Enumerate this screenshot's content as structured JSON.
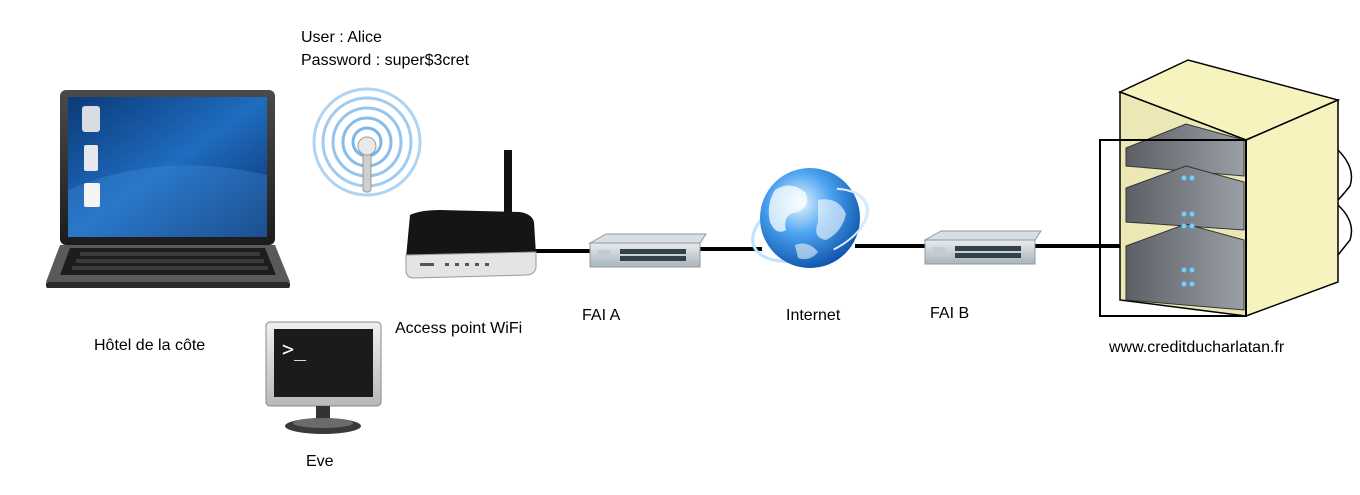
{
  "credentials": {
    "user": "User : Alice",
    "password": "Password : super$3cret"
  },
  "nodes": {
    "laptop": "Hôtel de la côte",
    "access_point": "Access point WiFi",
    "isp_a": "FAI A",
    "internet": "Internet",
    "isp_b": "FAI B",
    "server": "www.creditducharlatan.fr",
    "attacker": "Eve"
  },
  "terminal_prompt": ">_",
  "icons": {
    "laptop": "laptop-icon",
    "wifi": "wifi-signal-icon",
    "router": "router-icon",
    "switch": "network-switch-icon",
    "globe": "globe-icon",
    "server": "server-rack-icon",
    "monitor": "monitor-terminal-icon"
  },
  "colors": {
    "link": "#000000",
    "wifi_wave": "#7ab6e8",
    "globe": "#1e78d8",
    "server_frame": "#f7f3bf"
  }
}
